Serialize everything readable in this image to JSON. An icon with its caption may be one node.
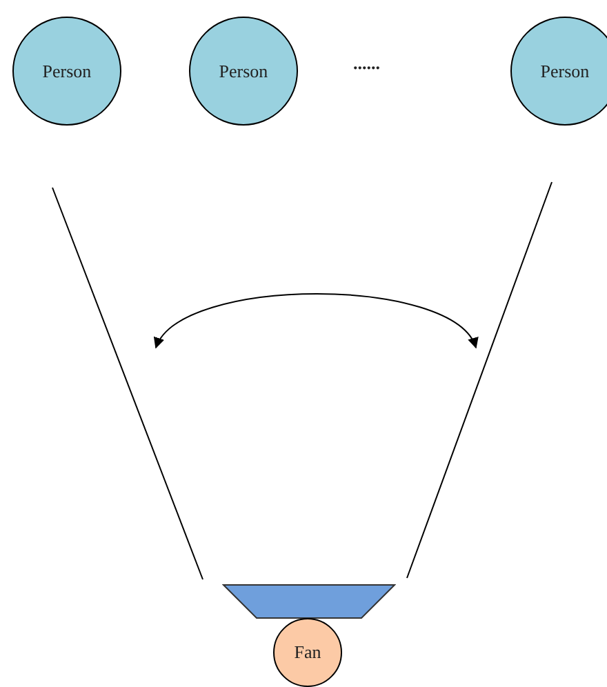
{
  "diagram": {
    "nodes": [
      {
        "text": [
          "Person"
        ]
      },
      {
        "text": [
          "Person"
        ]
      },
      {
        "text": [
          "Person"
        ]
      },
      {
        "text": [],
        "shape": "trapezoid"
      },
      {
        "text": [
          "Fan"
        ]
      }
    ],
    "edges": [],
    "labels": [
      "......"
    ]
  }
}
